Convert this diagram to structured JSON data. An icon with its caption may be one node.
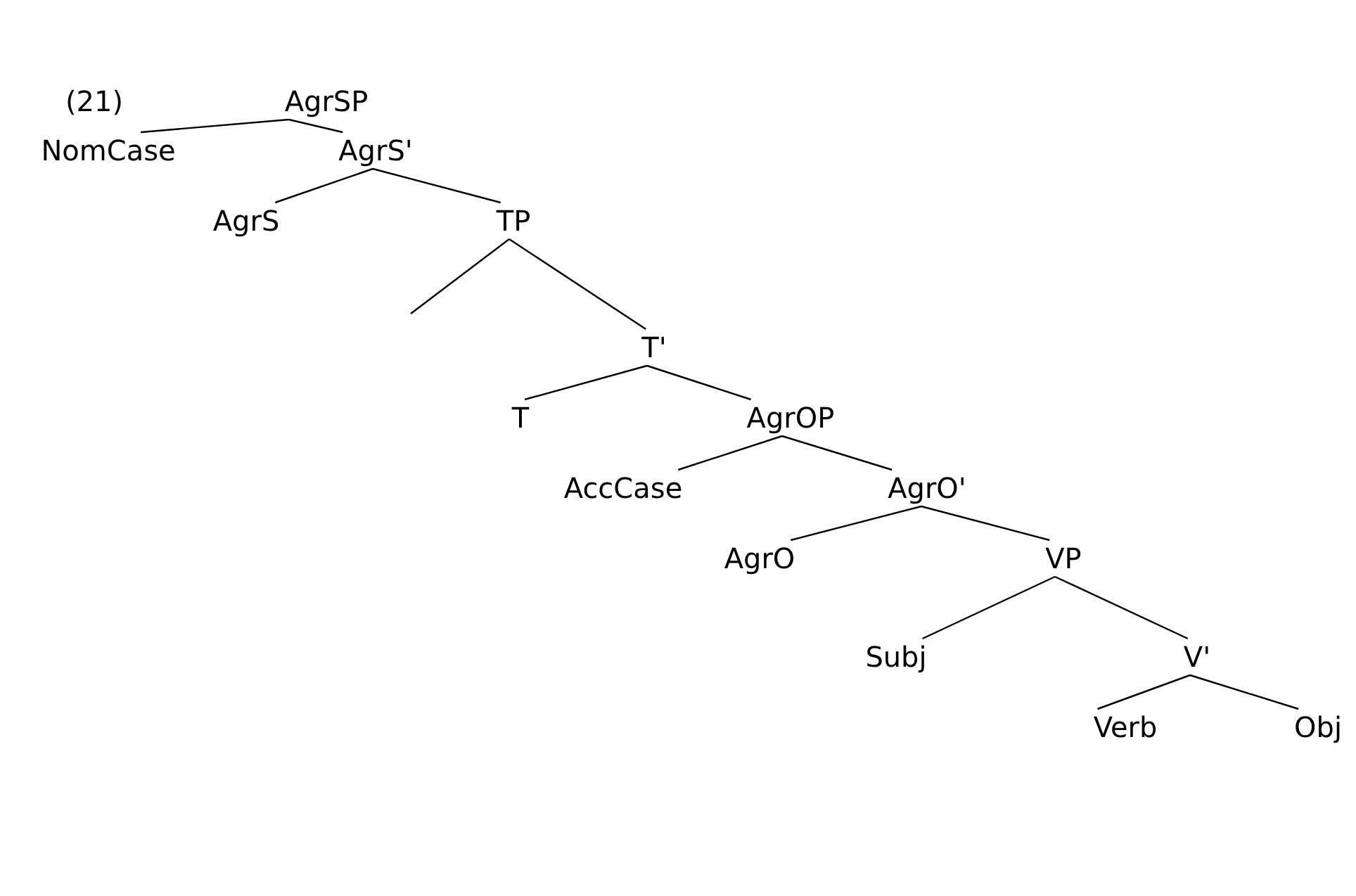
{
  "diagram": {
    "nodes": [
      {
        "text": [
          "AgrSP"
        ]
      },
      {
        "text": [
          "NomCase"
        ]
      },
      {
        "text": [
          "AgrS'"
        ]
      },
      {
        "text": [
          "AgrS"
        ]
      },
      {
        "text": [
          "TP"
        ]
      },
      {
        "text": [
          "T'"
        ]
      },
      {
        "text": [
          "T"
        ]
      },
      {
        "text": [
          "AgrOP"
        ]
      },
      {
        "text": [
          "AccCase"
        ]
      },
      {
        "text": [
          "AgrO'"
        ]
      },
      {
        "text": [
          "AgrO"
        ]
      },
      {
        "text": [
          "VP"
        ]
      },
      {
        "text": [
          "Subj"
        ]
      },
      {
        "text": [
          "V'"
        ]
      },
      {
        "text": [
          "Verb"
        ]
      },
      {
        "text": [
          "Obj"
        ]
      }
    ],
    "edges": [
      {
        "from": 0,
        "to": 1,
        "arrow": "none"
      },
      {
        "from": 0,
        "to": 2,
        "arrow": "none"
      },
      {
        "from": 2,
        "to": 3,
        "arrow": "none"
      },
      {
        "from": 2,
        "to": 4,
        "arrow": "none"
      },
      {
        "from": 4,
        "to": null,
        "arrow": "none"
      },
      {
        "from": 4,
        "to": 5,
        "arrow": "none"
      },
      {
        "from": 5,
        "to": 6,
        "arrow": "none"
      },
      {
        "from": 5,
        "to": 7,
        "arrow": "none"
      },
      {
        "from": 7,
        "to": 8,
        "arrow": "none"
      },
      {
        "from": 7,
        "to": 9,
        "arrow": "none"
      },
      {
        "from": 9,
        "to": 10,
        "arrow": "none"
      },
      {
        "from": 9,
        "to": 11,
        "arrow": "none"
      },
      {
        "from": 11,
        "to": 12,
        "arrow": "none"
      },
      {
        "from": 11,
        "to": 13,
        "arrow": "none"
      },
      {
        "from": 13,
        "to": 14,
        "arrow": "none"
      },
      {
        "from": 13,
        "to": 15,
        "arrow": "none"
      }
    ],
    "labels": [
      "(21)"
    ]
  }
}
